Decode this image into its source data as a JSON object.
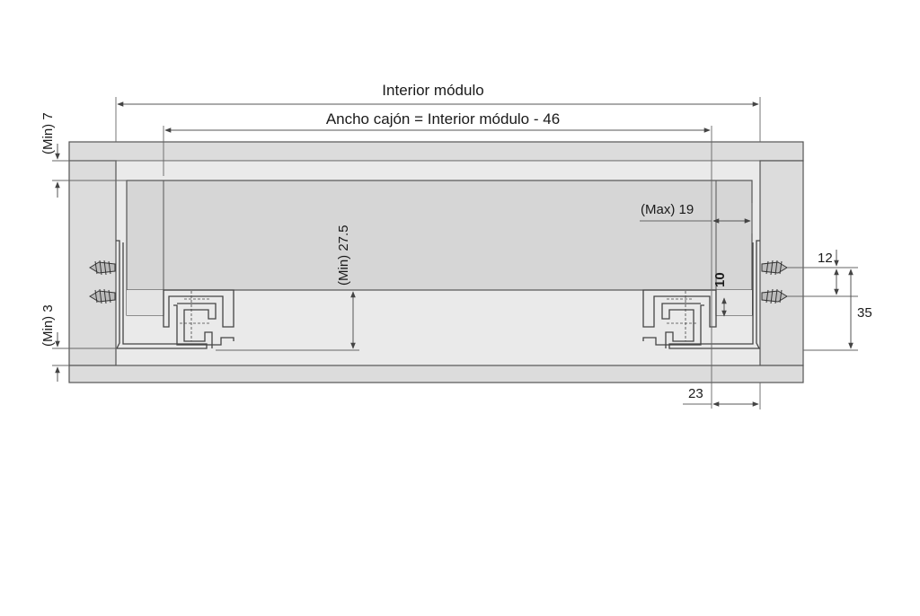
{
  "labels": {
    "interior_modulo": "Interior módulo",
    "ancho_cajon": "Ancho cajón = Interior módulo - 46",
    "min_7": "(Min) 7",
    "min_3": "(Min) 3",
    "min_27_5": "(Min) 27.5",
    "max_19": "(Max) 19",
    "dim_10": "10",
    "dim_12": "12",
    "dim_35": "35",
    "dim_23": "23"
  },
  "colors": {
    "panel": "#dcdcdc",
    "panel_light": "#eaeaea",
    "drawer": "#d6d6d6",
    "line": "#555555",
    "background": "#ffffff"
  },
  "icons": [
    "screw-icon",
    "slide-rail-icon",
    "arrow-icon"
  ]
}
